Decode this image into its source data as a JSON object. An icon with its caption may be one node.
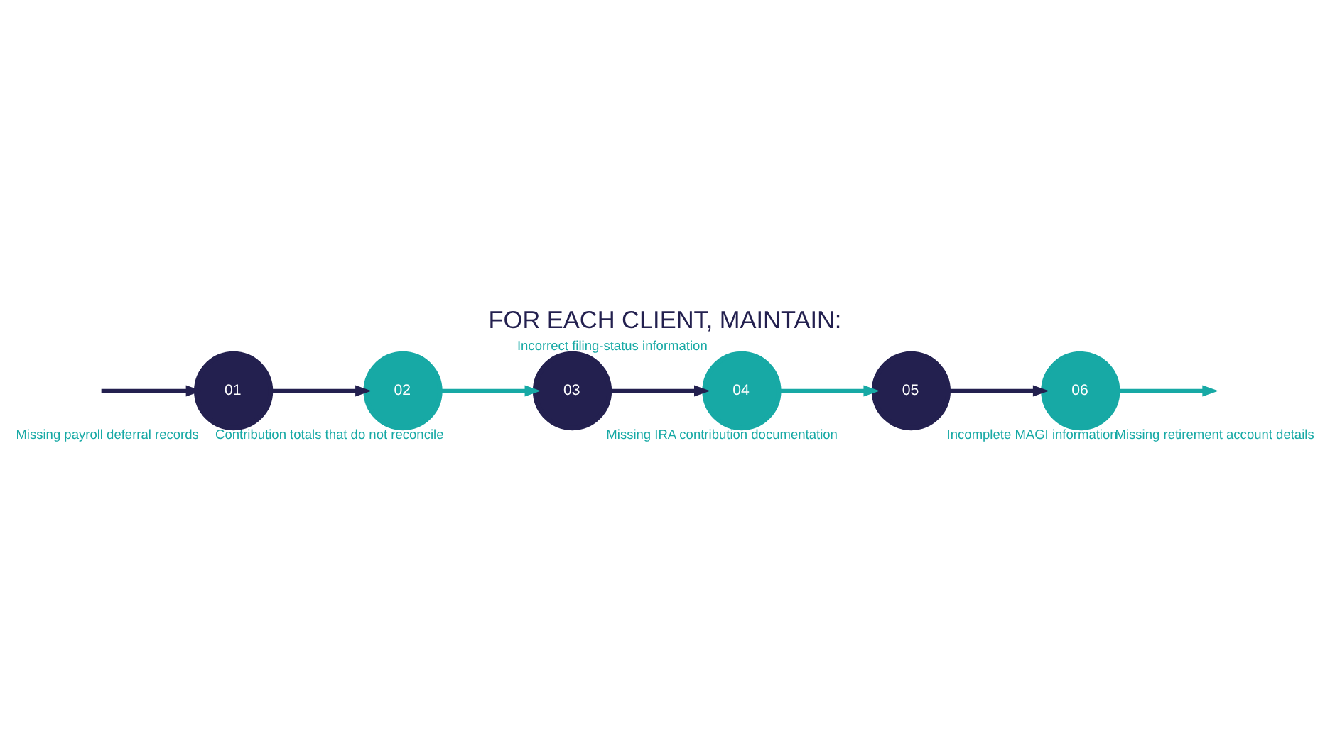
{
  "diagram": {
    "title": "FOR EACH CLIENT, MAINTAIN:",
    "nodes": [
      {
        "text": [
          "01"
        ],
        "beside": [
          "Missing payroll deferral records"
        ]
      },
      {
        "text": [
          "02"
        ],
        "beside": [
          "Contribution totals that do not reconcile"
        ]
      },
      {
        "text": [
          "03"
        ],
        "beside": [
          "Missing IRA contribution documentation"
        ]
      },
      {
        "text": [
          "04"
        ],
        "beside": [
          "Incorrect filing-status information"
        ]
      },
      {
        "text": [
          "05"
        ],
        "beside": [
          "Incomplete MAGI information"
        ]
      },
      {
        "text": [
          "06"
        ],
        "beside": [
          "Missing retirement account details"
        ]
      }
    ],
    "edges": [
      {
        "from": null,
        "to": 0,
        "arrow": "to"
      },
      {
        "from": 0,
        "to": 1,
        "arrow": "to"
      },
      {
        "from": 1,
        "to": 2,
        "arrow": "to",
        "color": "#17a9a5"
      },
      {
        "from": 2,
        "to": 3,
        "arrow": "to"
      },
      {
        "from": 3,
        "to": 4,
        "arrow": "to",
        "color": "#17a9a5"
      },
      {
        "from": 4,
        "to": 5,
        "arrow": "to"
      },
      {
        "from": 5,
        "to": null,
        "arrow": "to",
        "color": "#17a9a5"
      }
    ]
  }
}
